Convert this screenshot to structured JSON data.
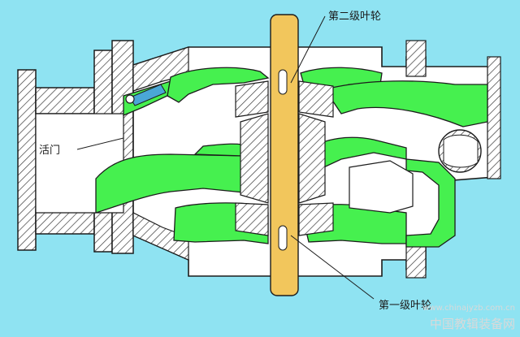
{
  "labels": {
    "stage2_impeller": "第二级叶轮",
    "valve": "活门",
    "stage1_impeller": "第一级叶轮"
  },
  "watermark": {
    "url": "www.chinajyzb.com.cn",
    "name": "中国教辑装备网"
  },
  "colors": {
    "background": "#8FE3F2",
    "casing": "#FFFFFF",
    "flow": "#46F04F",
    "shaft": "#F2C65C",
    "outline": "#1c1c1c",
    "hatch": "#3a3a3a"
  }
}
